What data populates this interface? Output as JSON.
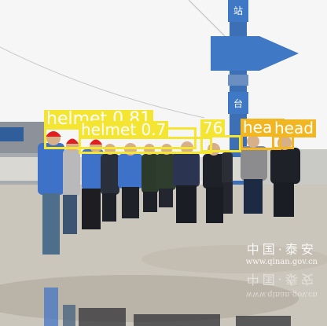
{
  "image": {
    "description_free": true,
    "detections": [
      {
        "label": "helmet 0.81",
        "color": "#f5e533",
        "text_color": "#ffffff",
        "font_size_class": "large"
      },
      {
        "label": "helmet 0.7",
        "color": "#f5e533",
        "text_color": "#ffffff",
        "font_size_class": "large"
      },
      {
        "label": "76",
        "color": "#f5e533",
        "text_color": "#ffffff",
        "font_size_class": "large"
      },
      {
        "label": "head",
        "color": "#f2b622",
        "text_color": "#ffffff",
        "font_size_class": "large"
      },
      {
        "label": "head",
        "color": "#f2b622",
        "text_color": "#ffffff",
        "font_size_class": "large"
      }
    ],
    "watermark": {
      "chinese": "中国·泰安",
      "url": "www.qinan.gov.cn"
    },
    "sign_text": [
      "站",
      "台"
    ],
    "colors": {
      "helmet_box": "#f5e533",
      "head_box": "#f2b622",
      "sign_blue": "#3f78c4",
      "jacket_blue": "#3e72c8",
      "hard_hat_red": "#e02020"
    }
  }
}
